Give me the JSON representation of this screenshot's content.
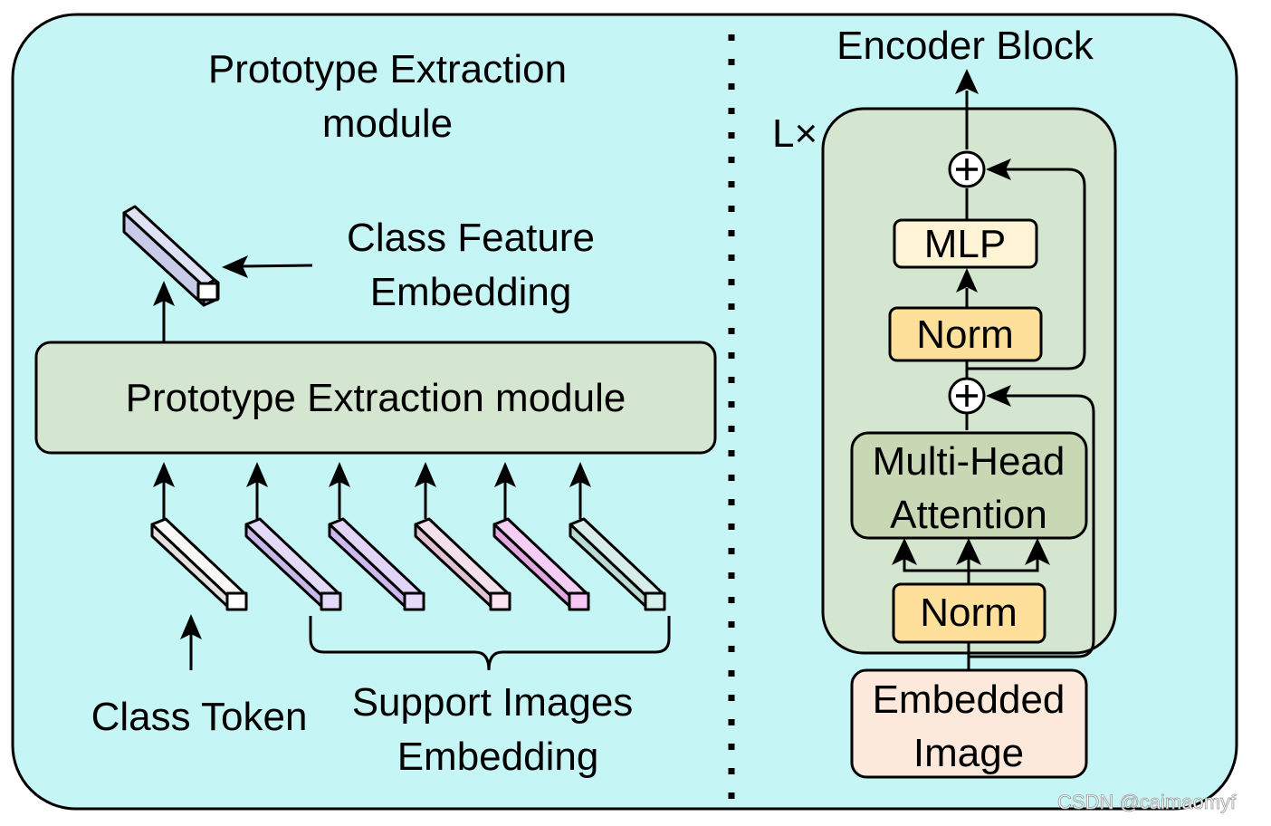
{
  "left_panel": {
    "title_line1": "Prototype Extraction",
    "title_line2": "module",
    "class_feature_line1": "Class Feature",
    "class_feature_line2": "Embedding",
    "module_box_label": "Prototype Extraction module",
    "class_token_label": "Class Token",
    "support_line1": "Support Images",
    "support_line2": "Embedding"
  },
  "right_panel": {
    "title": "Encoder Block",
    "repeat_label": "L×",
    "mlp_label": "MLP",
    "norm_top_label": "Norm",
    "attention_line1": "Multi-Head",
    "attention_line2": "Attention",
    "norm_bottom_label": "Norm",
    "input_line1": "Embedded",
    "input_line2": "Image",
    "add_symbol": "+"
  },
  "watermark": "CSDN @caimaomyf",
  "colors": {
    "panel_bg": "#c5f5f5",
    "module_box": "#d5e6d0",
    "attention_box": "#c9d8b4",
    "norm_box": "#ffe09a",
    "mlp_box": "#fff3d6",
    "input_box": "#fde8dc",
    "tokens": [
      "#f2eeee",
      "#d4c6ef",
      "#d8c7f4",
      "#efd6e2",
      "#f2c3f2",
      "#c9e6e0"
    ],
    "class_feature": "#c8cbe8"
  }
}
